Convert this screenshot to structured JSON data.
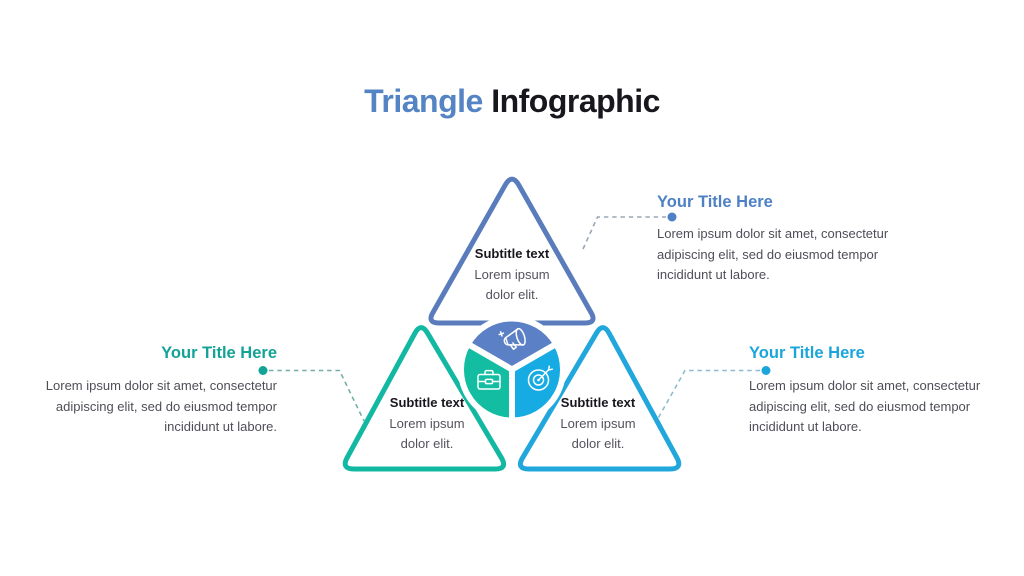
{
  "title": {
    "accent": "Triangle",
    "rest": "Infographic"
  },
  "colors": {
    "blue_border": "#5a7cbc",
    "blue_fill": "#5c80c6",
    "blue_accent": "#4d80c4",
    "teal_border": "#12b8a1",
    "teal_fill": "#13bda2",
    "teal_accent": "#13a296",
    "cyan_border": "#21a7dc",
    "cyan_fill": "#17abe3",
    "cyan_accent": "#1ba5da",
    "body_text": "#4f4e58",
    "dark_text": "#17171d"
  },
  "triangles": [
    {
      "id": "top",
      "icon": "megaphone-icon",
      "subtitle": "Subtitle text",
      "lines": [
        "Lorem ipsum",
        "dolor elit."
      ]
    },
    {
      "id": "bottom-left",
      "icon": "briefcase-icon",
      "subtitle": "Subtitle text",
      "lines": [
        "Lorem ipsum",
        "dolor elit."
      ]
    },
    {
      "id": "bottom-right",
      "icon": "target-icon",
      "subtitle": "Subtitle text",
      "lines": [
        "Lorem ipsum",
        "dolor elit."
      ]
    }
  ],
  "callouts": [
    {
      "id": "top-right",
      "title": "Your Title Here",
      "lines": [
        "Lorem ipsum dolor sit amet, consectetur",
        "adipiscing elit, sed do eiusmod tempor",
        "incididunt ut labore."
      ]
    },
    {
      "id": "left",
      "title": "Your Title Here",
      "lines": [
        "Lorem ipsum dolor sit amet, consectetur",
        "adipiscing elit, sed do eiusmod tempor",
        "incididunt ut labore."
      ]
    },
    {
      "id": "bottom-right",
      "title": "Your Title Here",
      "lines": [
        "Lorem ipsum dolor sit amet, consectetur",
        "adipiscing elit, sed do eiusmod tempor",
        "incididunt ut labore."
      ]
    }
  ]
}
